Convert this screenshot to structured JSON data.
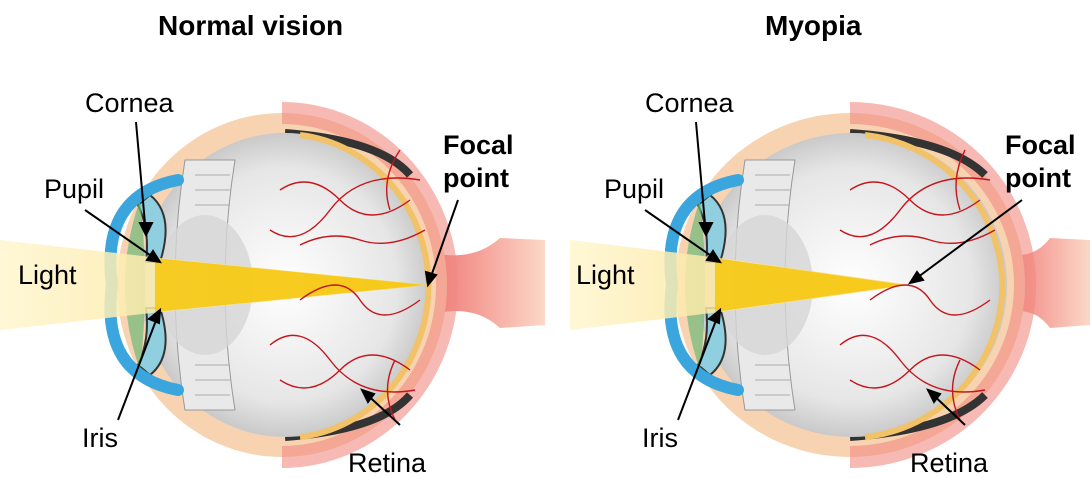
{
  "panels": [
    {
      "title": "Normal vision",
      "labels": {
        "cornea": "Cornea",
        "pupil": "Pupil",
        "light": "Light",
        "iris": "Iris",
        "focal_point_line1": "Focal",
        "focal_point_line2": "point",
        "retina": "Retina"
      }
    },
    {
      "title": "Myopia",
      "labels": {
        "cornea": "Cornea",
        "pupil": "Pupil",
        "light": "Light",
        "iris": "Iris",
        "focal_point_line1": "Focal",
        "focal_point_line2": "point",
        "retina": "Retina"
      }
    }
  ],
  "colors": {
    "light_beam": "#f7c600",
    "cornea": "#3aa6dd",
    "iris": "#8fcfe0",
    "sclera_outer": "#f6d4b0",
    "optic_nerve": "#f28a85",
    "vessels": "#c4161c"
  }
}
